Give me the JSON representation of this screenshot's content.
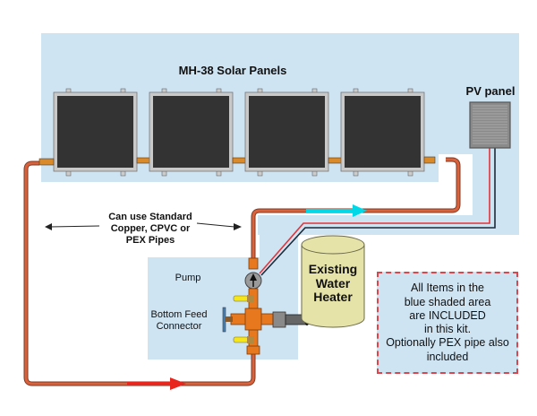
{
  "diagram": {
    "title": "MH-38 Solar Panels",
    "pv_panel_label": "PV panel",
    "pipes_note": [
      "Can use Standard",
      "Copper, CPVC or",
      "PEX Pipes"
    ],
    "pump_label": "Pump",
    "connector_label": [
      "Bottom Feed",
      "Connector"
    ],
    "heater_label": [
      "Existing",
      "Water",
      "Heater"
    ],
    "note": [
      "All Items in the",
      "blue shaded area",
      "are INCLUDED",
      "in this kit.",
      "Optionally PEX pipe also",
      "included"
    ],
    "solar_panel_count": 4,
    "colors": {
      "included_area": "#cfe4f3",
      "pipe": "#d4603a",
      "hot_flow_arrow": "#00d8e8",
      "cold_flow_arrow": "#e8261e",
      "panel_glass": "#333333",
      "panel_frame": "#c9c9c9",
      "heater_tank": "#e6e3a9",
      "fitting": "#e8781e",
      "valve_handle": "#f5e61c",
      "pv_wire_positive": "#e2343a",
      "pv_wire_negative": "#1d2a3a",
      "note_border": "#d9464e"
    }
  }
}
